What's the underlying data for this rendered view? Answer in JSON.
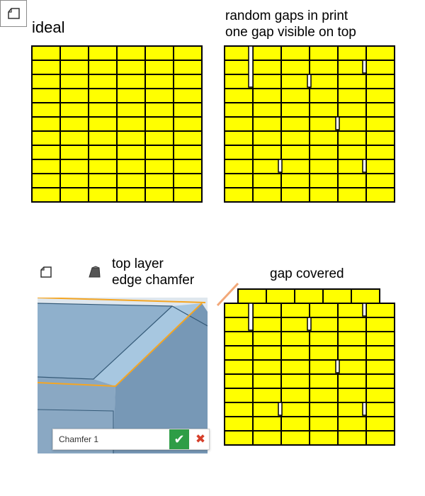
{
  "labels": {
    "ideal": "ideal",
    "random_line1": "random gaps in print",
    "random_line2": "one gap visible on top",
    "chamfer_line1": "top layer",
    "chamfer_line2": "edge chamfer",
    "covered": "gap covered"
  },
  "dialog": {
    "title": "Chamfer 1",
    "ok_icon": "check-icon",
    "cancel_icon": "close-icon"
  },
  "colors": {
    "brick": "#ffff00",
    "mortar": "#000000",
    "cad_face": "#8fb0cc",
    "cad_face_dark": "#7e9fbd",
    "chamfer_face": "#a7c7e0",
    "edge_highlight": "#f5a623",
    "ok_green": "#2e9d46",
    "cancel_red": "#d63f2a"
  }
}
